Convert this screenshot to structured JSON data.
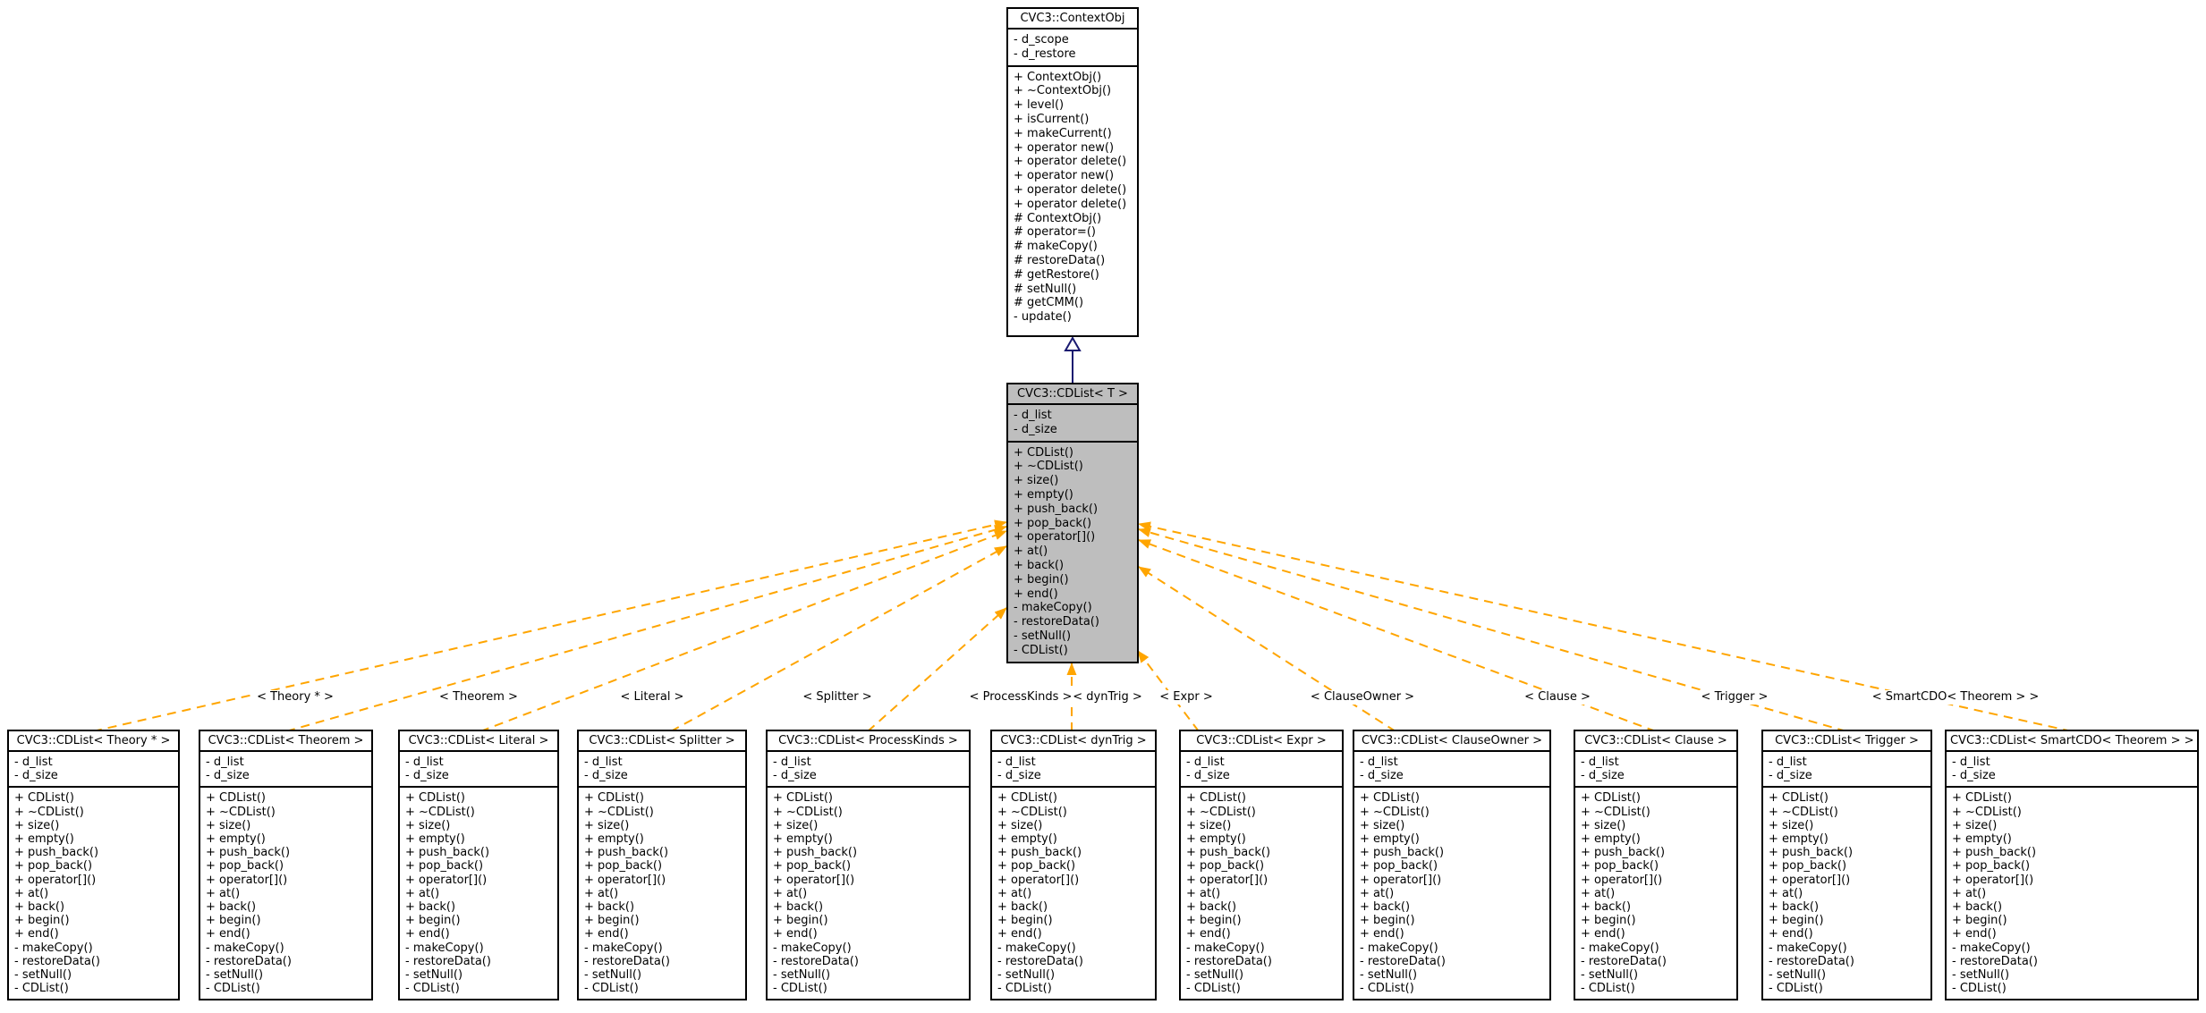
{
  "diagram": {
    "type": "uml-class-inheritance-diagram",
    "colors": {
      "template_edge_orange": "#ffa500",
      "inheritance_edge_blue": "#191970",
      "highlight_fill_gray": "#bebebe",
      "box_fill": "#ffffff",
      "border": "#000000"
    }
  },
  "base_class": {
    "title": "CVC3::ContextObj",
    "attributes": [
      "- d_scope",
      "- d_restore"
    ],
    "methods": [
      "+ ContextObj()",
      "+ ~ContextObj()",
      "+ level()",
      "+ isCurrent()",
      "+ makeCurrent()",
      "+ operator new()",
      "+ operator delete()",
      "+ operator new()",
      "+ operator delete()",
      "+ operator delete()",
      "# ContextObj()",
      "# operator=()",
      "# makeCopy()",
      "# restoreData()",
      "# getRestore()",
      "# setNull()",
      "# getCMM()",
      "- update()"
    ]
  },
  "template_class": {
    "title": "CVC3::CDList< T >",
    "attributes": [
      "- d_list",
      "- d_size"
    ],
    "methods": [
      "+ CDList()",
      "+ ~CDList()",
      "+ size()",
      "+ empty()",
      "+ push_back()",
      "+ pop_back()",
      "+ operator[]()",
      "+ at()",
      "+ back()",
      "+ begin()",
      "+ end()",
      "- makeCopy()",
      "- restoreData()",
      "- setNull()",
      "- CDList()"
    ]
  },
  "instances": [
    {
      "title": "CVC3::CDList< Theory * >",
      "edge_label": "< Theory * >"
    },
    {
      "title": "CVC3::CDList< Theorem >",
      "edge_label": "< Theorem >"
    },
    {
      "title": "CVC3::CDList< Literal >",
      "edge_label": "< Literal >"
    },
    {
      "title": "CVC3::CDList< Splitter >",
      "edge_label": "< Splitter >"
    },
    {
      "title": "CVC3::CDList< ProcessKinds >",
      "edge_label": "< ProcessKinds >"
    },
    {
      "title": "CVC3::CDList< dynTrig >",
      "edge_label": "< dynTrig >"
    },
    {
      "title": "CVC3::CDList< Expr >",
      "edge_label": "< Expr >"
    },
    {
      "title": "CVC3::CDList< ClauseOwner >",
      "edge_label": "< ClauseOwner >"
    },
    {
      "title": "CVC3::CDList< Clause >",
      "edge_label": "< Clause >"
    },
    {
      "title": "CVC3::CDList< Trigger >",
      "edge_label": "< Trigger >"
    },
    {
      "title": "CVC3::CDList< SmartCDO< Theorem > >",
      "edge_label": "< SmartCDO< Theorem > >"
    }
  ]
}
